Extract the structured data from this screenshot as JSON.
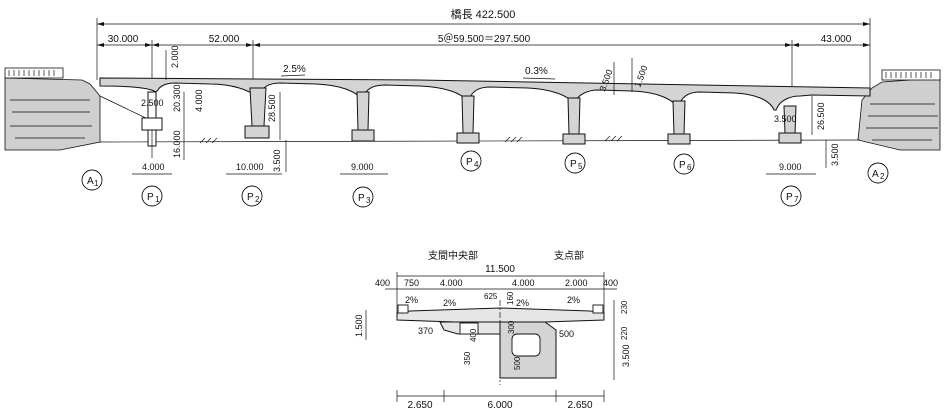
{
  "elevation": {
    "total_length_label": "橋長 422.500",
    "span_labels": [
      "30.000",
      "52.000",
      "5＠59.500＝297.500",
      "43.000"
    ],
    "slopes": [
      "2.5%",
      "0.3%"
    ],
    "vertical_dims": [
      "2.000",
      "2.500",
      "20.300",
      "4.000",
      "16.000",
      "28.500",
      "3.500",
      "3.500",
      "1.500",
      "3.500",
      "26.500",
      "3.500"
    ],
    "footing_widths": [
      "4.000",
      "10.000",
      "9.000",
      "9.000"
    ],
    "abutments": [
      {
        "main": "A",
        "sub": "1"
      },
      {
        "main": "A",
        "sub": "2"
      }
    ],
    "piers": [
      {
        "main": "P",
        "sub": "1"
      },
      {
        "main": "P",
        "sub": "2"
      },
      {
        "main": "P",
        "sub": "3"
      },
      {
        "main": "P",
        "sub": "4"
      },
      {
        "main": "P",
        "sub": "5"
      },
      {
        "main": "P",
        "sub": "6"
      },
      {
        "main": "P",
        "sub": "7"
      }
    ]
  },
  "cross_section": {
    "title_left": "支間中央部",
    "title_right": "支点部",
    "total_width": "11.500",
    "top_dims": [
      "400",
      "750",
      "4.000",
      "4.000",
      "2.000",
      "400"
    ],
    "slopes": [
      "2%",
      "2%",
      "2%",
      "2%"
    ],
    "inner_dims": [
      "625",
      "160",
      "370",
      "400",
      "300",
      "500",
      "350",
      "500"
    ],
    "right_dims": [
      "230",
      "220",
      "3.500"
    ],
    "left_dim": "1.500",
    "bottom_dims": [
      "2.650",
      "6.000",
      "2.650"
    ]
  }
}
